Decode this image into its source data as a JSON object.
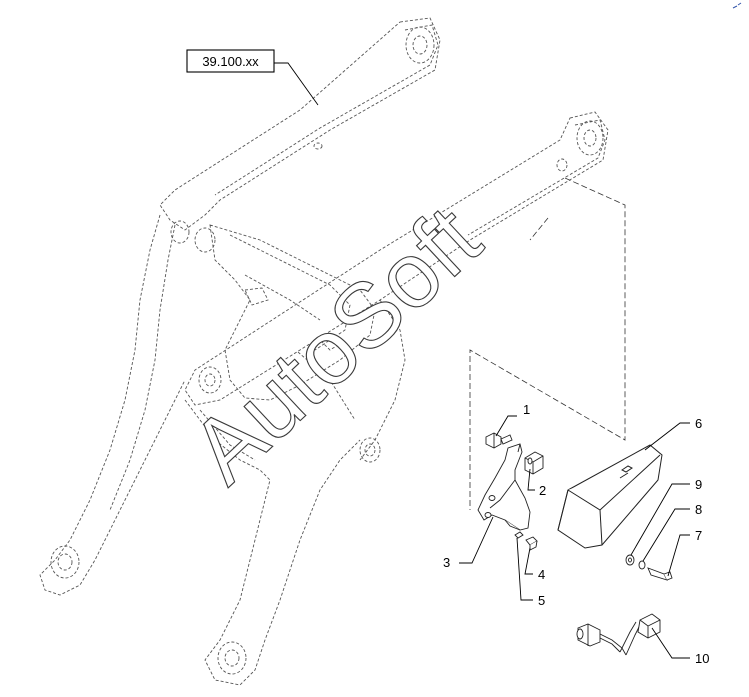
{
  "diagram": {
    "reference_label": "39.100.xx",
    "watermark": "AutoSoft",
    "callouts": [
      {
        "id": "1",
        "label": "1"
      },
      {
        "id": "2",
        "label": "2"
      },
      {
        "id": "3",
        "label": "3"
      },
      {
        "id": "4",
        "label": "4"
      },
      {
        "id": "5",
        "label": "5"
      },
      {
        "id": "6",
        "label": "6"
      },
      {
        "id": "7",
        "label": "7"
      },
      {
        "id": "8",
        "label": "8"
      },
      {
        "id": "9",
        "label": "9"
      },
      {
        "id": "10",
        "label": "10"
      }
    ]
  }
}
